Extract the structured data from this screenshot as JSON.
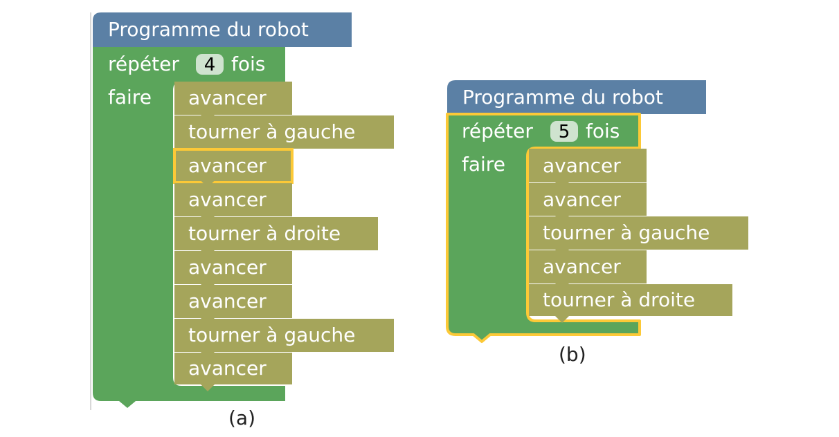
{
  "colors": {
    "header": "#5b80a5",
    "loop": "#5ba55b",
    "motion": "#a5a55b",
    "highlight": "#fcc937",
    "field": "#cfe3cf"
  },
  "programs": [
    {
      "caption": "(a)",
      "header": "Programme du robot",
      "repeat_prefix": "répéter",
      "repeat_count": "4",
      "repeat_suffix": "fois",
      "do_label": "faire",
      "highlight": "statement-2",
      "statements": [
        "avancer",
        "tourner à gauche",
        "avancer",
        "avancer",
        "tourner à droite",
        "avancer",
        "avancer",
        "tourner à gauche",
        "avancer"
      ]
    },
    {
      "caption": "(b)",
      "header": "Programme du robot",
      "repeat_prefix": "répéter",
      "repeat_count": "5",
      "repeat_suffix": "fois",
      "do_label": "faire",
      "highlight": "loop",
      "statements": [
        "avancer",
        "avancer",
        "tourner à gauche",
        "avancer",
        "tourner à droite"
      ]
    }
  ]
}
